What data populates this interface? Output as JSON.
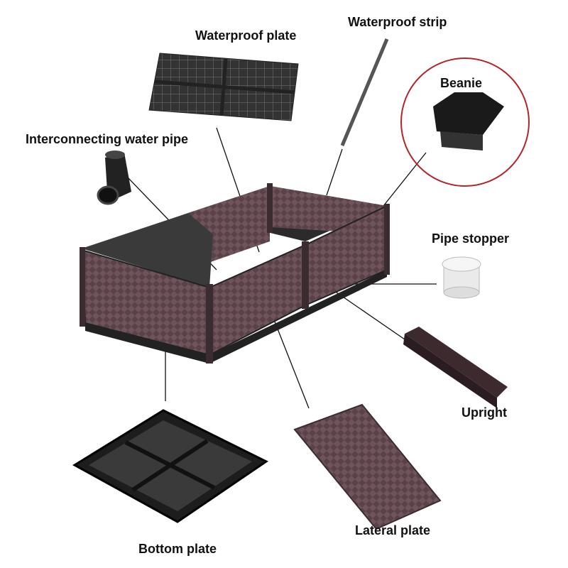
{
  "labels": {
    "waterproof_plate": "Waterproof plate",
    "waterproof_strip": "Waterproof strip",
    "beanie": "Beanie",
    "interconnecting_pipe": "Interconnecting water pipe",
    "pipe_stopper": "Pipe stopper",
    "upright": "Upright",
    "lateral_plate": "Lateral plate",
    "bottom_plate": "Bottom plate"
  },
  "colors": {
    "panel": "#5a4248",
    "frame": "#2a2a2a",
    "beanie_circle": "#b0272b"
  }
}
